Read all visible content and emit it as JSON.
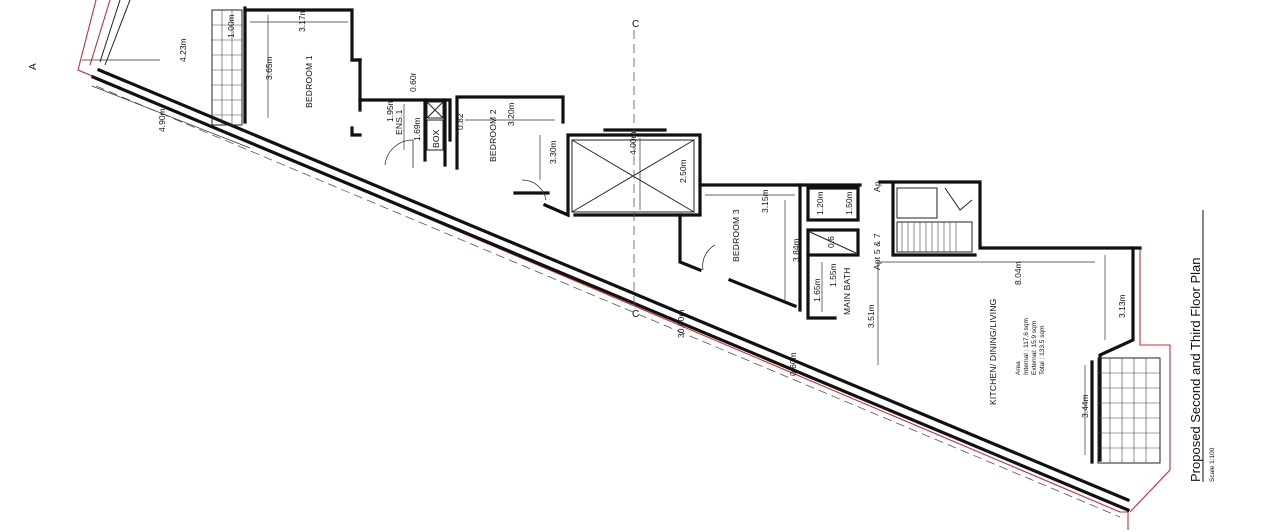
{
  "title": "Proposed Second and Third Floor Plan",
  "scale": "Scale 1:100",
  "section_markers": {
    "top": "C",
    "bottom": "C",
    "left": "A"
  },
  "rooms": {
    "bedroom1": "BEDROOM 1",
    "bedroom2": "BEDROOM 2",
    "bedroom3": "BEDROOM 3",
    "ens": "ENS.1",
    "box": "BOX",
    "main_bath": "MAIN BATH",
    "kitchen": "KITCHEN/ DINING/LIVING",
    "apt": "Apt 5 & 7",
    "ap": "Ap"
  },
  "area": {
    "heading": "Area",
    "internal": "Internal : 117.6 sqm",
    "external": "External: 15.9 sqm",
    "total": "Total : 133.5 sqm"
  },
  "dims": {
    "d_423": "4.23m",
    "d_100": "1.00m",
    "d_317": "3.17m",
    "d_365": "3.65m",
    "d_490": "4.90m",
    "d_060r": "0.60r",
    "d_195": "1.95m",
    "d_169": "1.69m",
    "d_082": "0.82",
    "d_320": "3.20m",
    "d_330": "3.30m",
    "d_400": "4.00m",
    "d_250": "2.50m",
    "d_315": "3.15m",
    "d_120": "1.20m",
    "d_150": "1.50m",
    "d_384": "3.84m",
    "d_065": "0.6",
    "d_155": "1.55m",
    "d_165": "1.65m",
    "d_351": "3.51m",
    "d_804": "8.04m",
    "d_313": "3.13m",
    "d_344": "3.44m",
    "d_3000": "30.00m",
    "d_060m": "0.60m"
  }
}
